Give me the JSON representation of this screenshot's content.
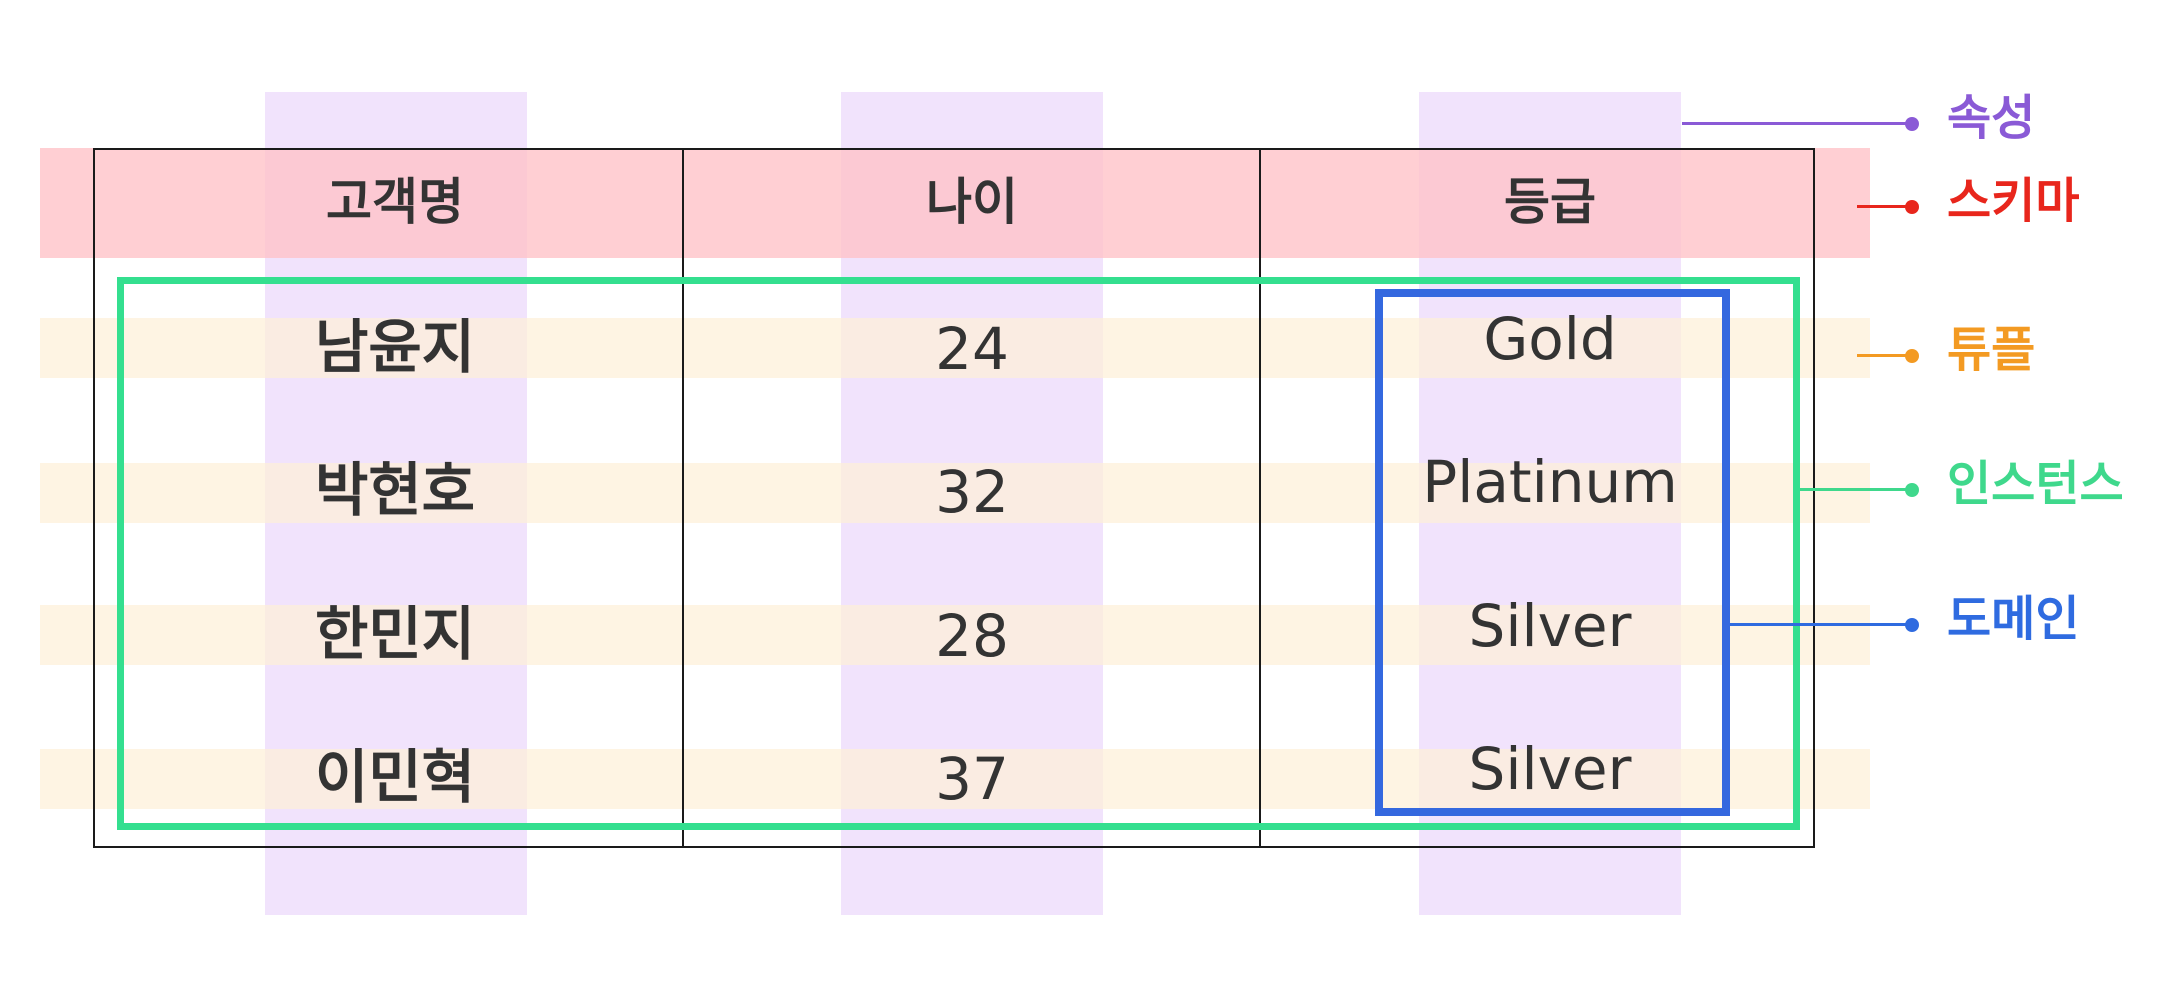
{
  "table": {
    "headers": [
      "고객명",
      "나이",
      "등급"
    ],
    "rows": [
      [
        "남윤지",
        "24",
        "Gold"
      ],
      [
        "박현호",
        "32",
        "Platinum"
      ],
      [
        "한민지",
        "28",
        "Silver"
      ],
      [
        "이민혁",
        "37",
        "Silver"
      ]
    ]
  },
  "legend": {
    "attribute": "속성",
    "schema": "스키마",
    "tuple": "튜플",
    "instance": "인스턴스",
    "domain": "도메인"
  },
  "colors": {
    "attribute": "#8a5ad6",
    "schema": "#e8261c",
    "tuple": "#f39a22",
    "instance": "#3fd88c",
    "domain": "#2f6be0"
  }
}
